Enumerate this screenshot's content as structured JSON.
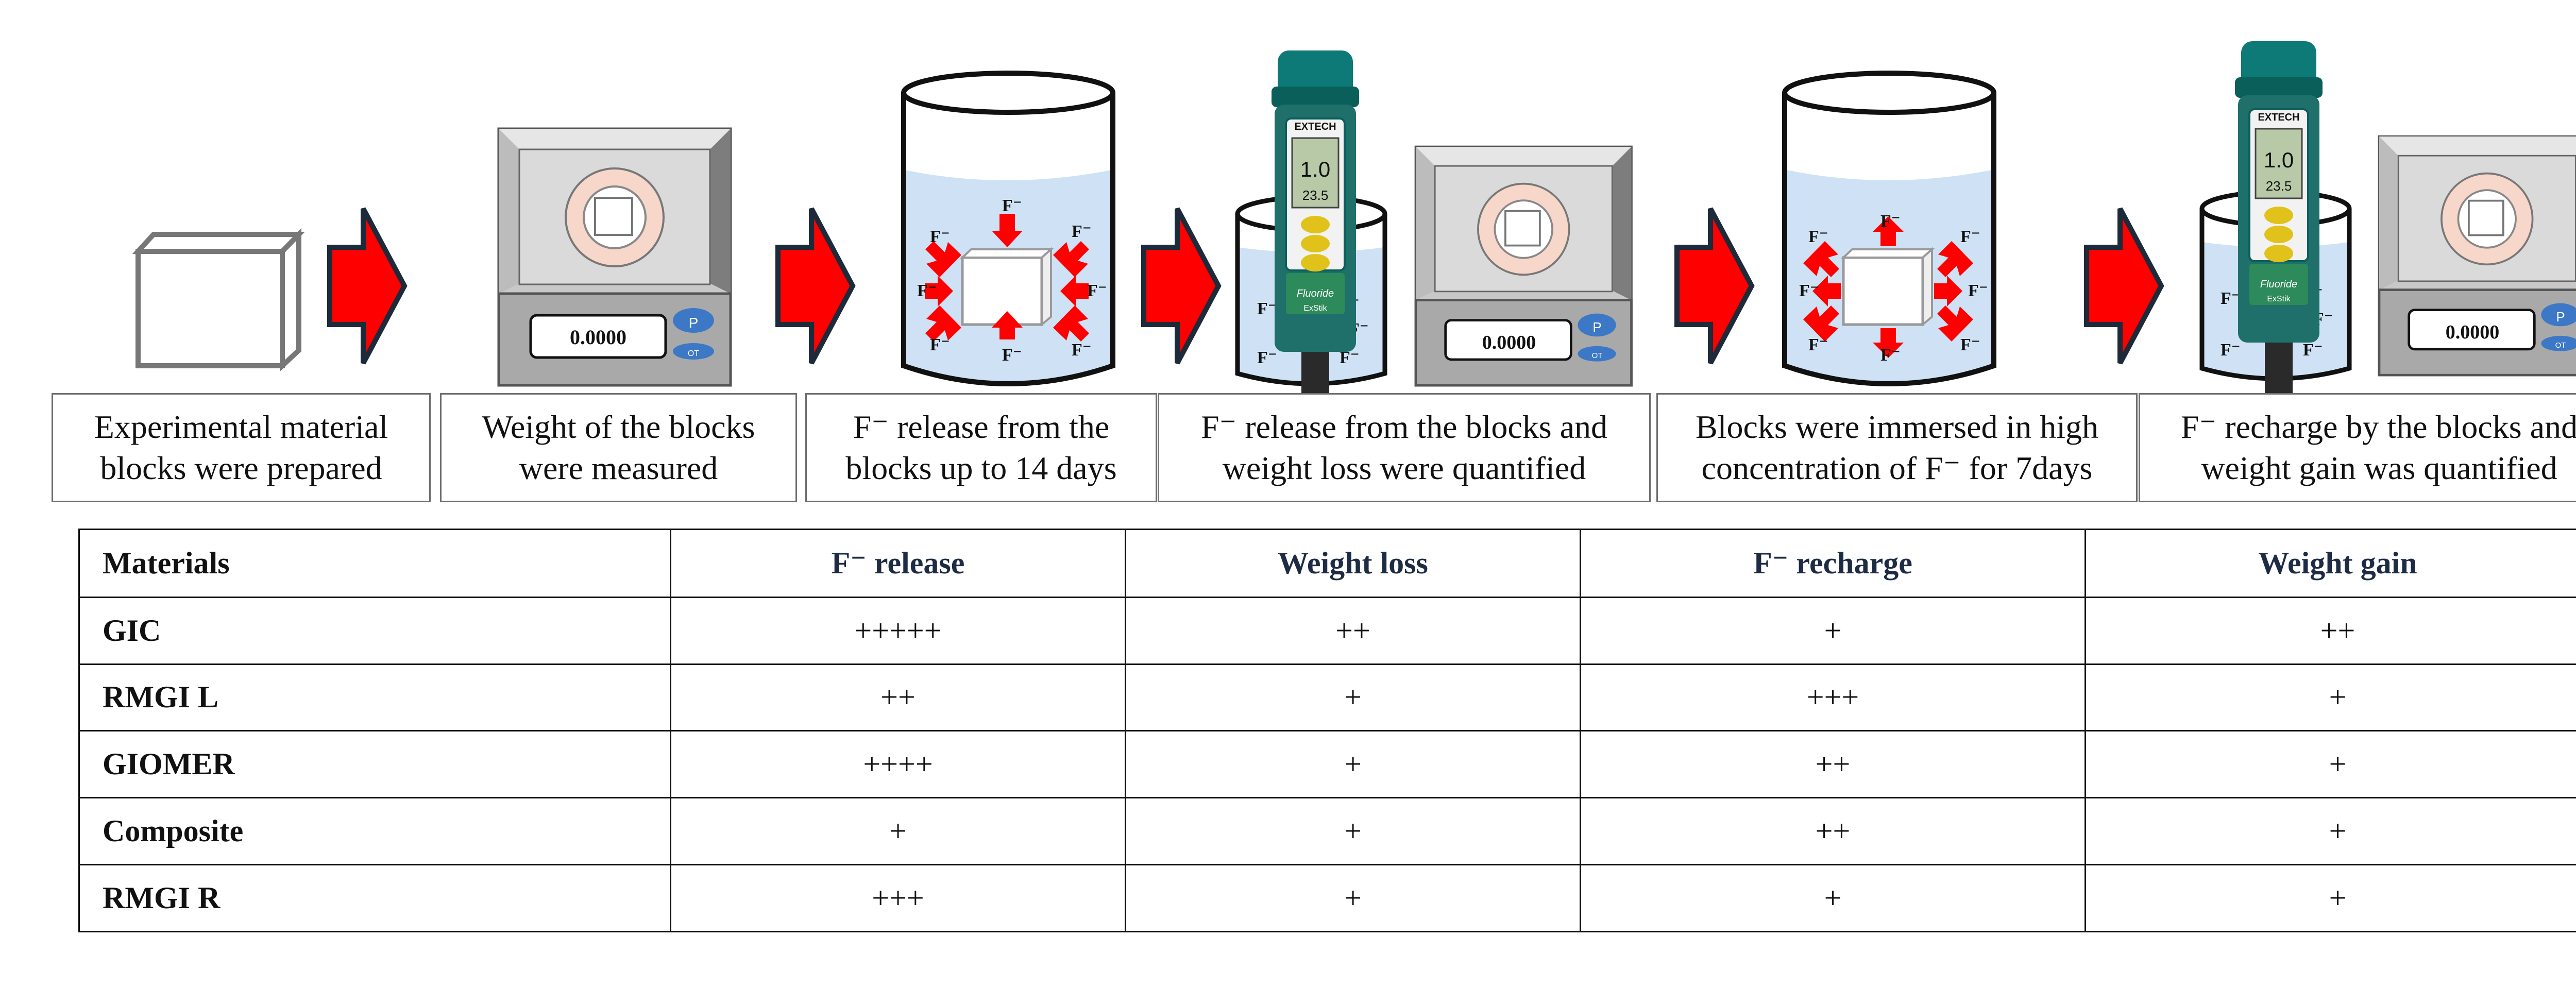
{
  "meter": {
    "brand": "EXTECH",
    "reading_main": "1.0",
    "reading_sub": "23.5",
    "model": "Fluoride",
    "tag": "ExStik"
  },
  "balance": {
    "display": "0.0000",
    "btn_p": "P",
    "btn_ot": "OT"
  },
  "ion": "F⁻",
  "steps": [
    {
      "line1": "Experimental material",
      "line2": "blocks were prepared"
    },
    {
      "line1": "Weight of the blocks",
      "line2": "were measured"
    },
    {
      "line1": "F⁻ release from the",
      "line2": "blocks up to 14 days"
    },
    {
      "line1": "F⁻ release from the blocks and",
      "line2": "weight loss were quantified"
    },
    {
      "line1": "Blocks were immersed in high",
      "line2": "concentration of F⁻ for 7days"
    },
    {
      "line1": "F⁻ recharge by the blocks and",
      "line2": "weight gain was quantified"
    }
  ],
  "table": {
    "headers": [
      "Materials",
      "F⁻ release",
      "Weight loss",
      "F⁻ recharge",
      "Weight gain"
    ],
    "rows": [
      {
        "material": "GIC",
        "release": "+++++",
        "loss": "++",
        "recharge": "+",
        "gain": "++"
      },
      {
        "material": "RMGI L",
        "release": "++",
        "loss": "+",
        "recharge": "+++",
        "gain": "+"
      },
      {
        "material": "GIOMER",
        "release": "++++",
        "loss": "+",
        "recharge": "++",
        "gain": "+"
      },
      {
        "material": "Composite",
        "release": "+",
        "loss": "+",
        "recharge": "++",
        "gain": "+"
      },
      {
        "material": "RMGI R",
        "release": "+++",
        "loss": "+",
        "recharge": "+",
        "gain": "+"
      }
    ]
  },
  "colors": {
    "arrow": "#ff0000",
    "arrow_edge": "#1d2a3a",
    "water": "#cfe2f5",
    "meter_body": "#1f6f6a",
    "meter_cap": "#0e7a77",
    "balance_body": "#d9d9d9",
    "plate": "#f6d7c9"
  }
}
